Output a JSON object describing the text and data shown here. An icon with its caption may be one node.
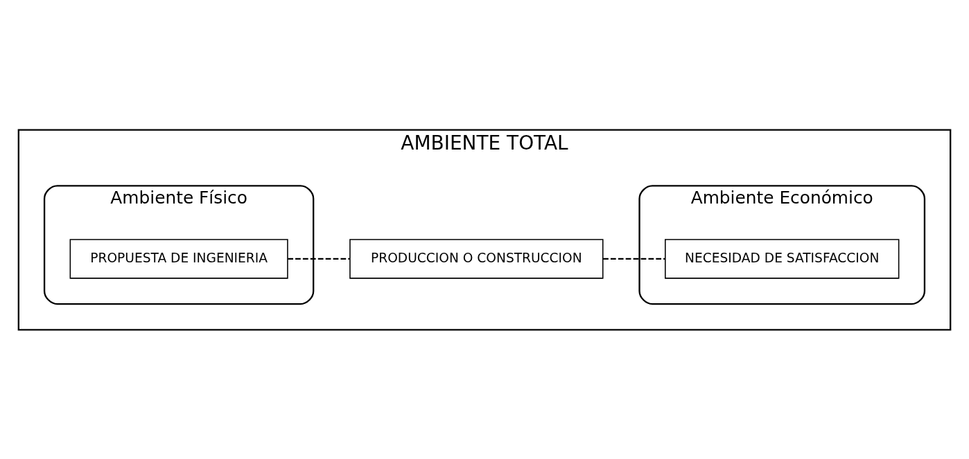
{
  "diagram": {
    "nodes": [
      {
        "text": [
          "AMBIENTE TOTAL"
        ]
      },
      {
        "text": [
          "Ambiente Físico"
        ],
        "in": 0
      },
      {
        "text": [
          "PROPUESTA DE INGENIERIA"
        ],
        "in": 1
      },
      {
        "text": [
          "PRODUCCION O CONSTRUCCION"
        ],
        "in": 0
      },
      {
        "text": [
          "Ambiente Económico"
        ],
        "in": 0
      },
      {
        "text": [
          "NECESIDAD DE SATISFACCION"
        ],
        "in": 4
      }
    ],
    "edges": [
      {
        "from": 2,
        "to": 3,
        "arrow": "none",
        "style": "dashed"
      },
      {
        "from": 3,
        "to": 5,
        "arrow": "none",
        "style": "dashed"
      }
    ]
  }
}
